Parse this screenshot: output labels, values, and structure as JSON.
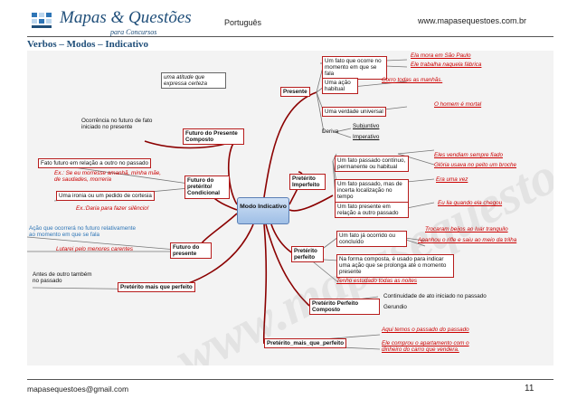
{
  "header": {
    "logo_title": "Mapas & Questões",
    "logo_subtitle": "para Concursos",
    "subject": "Português",
    "site": "www.mapasequestoes.com.br"
  },
  "section_title": "Verbos – Modos – Indicativo",
  "watermark": "www.mapasequestoes.com.br/",
  "mindmap": {
    "center": "Modo Indicativo",
    "note": "uma atitude que expressa certeza",
    "presente": {
      "label": "Presente",
      "b1": "Um fato que ocorre no momento em que se fala",
      "b1_ex1": "Ela mora em São Paulo",
      "b1_ex2": "Ele trabalha naquela fábrica",
      "b2": "Uma ação habitual",
      "b2_ex": "Corro todas as manhãs.",
      "b3": "Uma verdade universal",
      "b3_ex": "O homem é mortal",
      "deriva": "Deriva",
      "deriva1": "Subjuntivo",
      "deriva2": "Imperativo"
    },
    "preterito_imperfeito": {
      "label": "Pretérito Imperfeito",
      "b1": "Um fato passado contínuo, permanente ou habitual",
      "b1_ex1": "Eles vendiam sempre fiado",
      "b1_ex2": "Glória usava no peito um broche",
      "b2": "Um fato passado, mas de incerta localização no tempo",
      "b2_ex": "Era uma vez",
      "b3": "Um fato presente em relação a outro passado",
      "b3_ex": "Eu lia quando ela chegou"
    },
    "preterito_perfeito": {
      "label": "Pretérito perfeito",
      "b1": "Um fato já ocorrido ou concluído",
      "b1_ex1": "Trocaram beijos ao luar tranquilo",
      "b1_ex2": "Apanhou o rifle e saiu ao meio da trilha",
      "b2": "Na forma composta, é usado para indicar uma ação que se prolonga até o momento presente",
      "b2_ex": "Tenho estudado todas as noites"
    },
    "preterito_perfeito_composto": {
      "label": "Pretérito Perfeito Composto",
      "b1": "Continuidade de ato iniciado no passado",
      "b2": "Gerundio"
    },
    "preterito_mais_que_perfeito_2": {
      "label": "Pretérito_mais_que_perfeito",
      "b1": "Aqui temos o passado do passado",
      "b2": "Ele comprou o apartamento com o dinheiro do carro que vendera."
    },
    "futuro_presente_composto": {
      "label": "Futuro do Presente Composto",
      "b1": "Ocorrência no futuro de fato iniciado no presente"
    },
    "futuro_preterito": {
      "label": "Futuro do pretérito/ Condicional",
      "b1": "Fato futuro em relação a outro no passado",
      "b1_ex": "Ex.: Se eu morresse amanhã, minha mãe, de saudades, morreria",
      "b2": "Uma ironia ou um pedido de cortesia",
      "b2_ex": "Ex.:Daria para fazer silêncio!"
    },
    "futuro_presente": {
      "label": "Futuro do presente",
      "b1": "Ação que ocorrerá no futuro relativamente ao momento em que se fala",
      "b1_ex": "Lutarei pelo menores carentes"
    },
    "preterito_mais_que_perfeito": {
      "label": "Pretérito mais que perfeito",
      "b1": "Antes de outro também no passado"
    }
  },
  "footer": {
    "email": "mapasequestoes@gmail.com",
    "page": "11"
  },
  "colors": {
    "accent": "#1f4e79",
    "branch": "#8b0000",
    "example": "#cc0000"
  }
}
